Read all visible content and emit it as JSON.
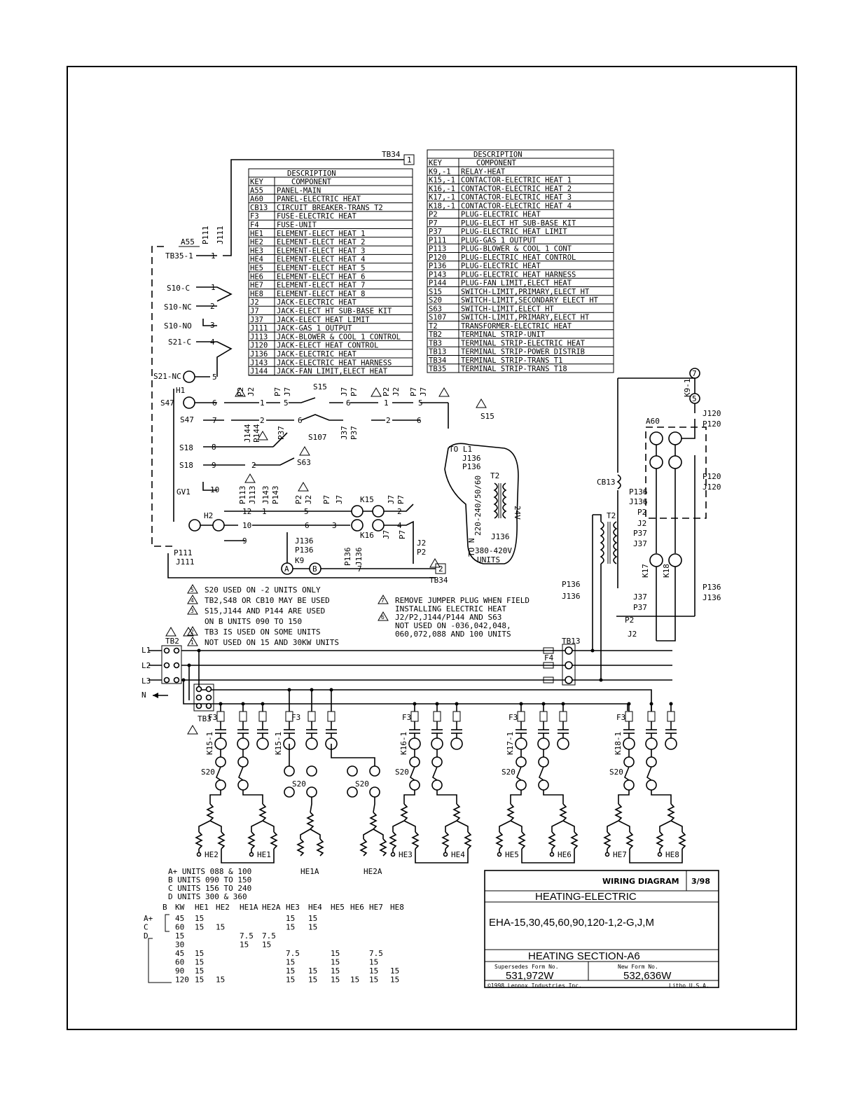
{
  "title_block": {
    "diagram_type": "WIRING DIAGRAM",
    "date": "3/98",
    "subject": "HEATING-ELECTRIC",
    "models": "EHA-15,30,45,60,90,120-1,2-G,J,M",
    "section": "HEATING SECTION-A6",
    "supersedes_label": "Supersedes Form No.",
    "supersedes_value": "531,972W",
    "new_form_label": "New Form No.",
    "new_form_value": "532,636W",
    "copyright": "©1998 Lennox Industries Inc.",
    "litho": "Litho U.S.A."
  },
  "legend_left": {
    "title": "DESCRIPTION",
    "col_key": "KEY",
    "col_component": "COMPONENT",
    "rows": [
      {
        "key": "A55",
        "component": "PANEL-MAIN"
      },
      {
        "key": "A60",
        "component": "PANEL-ELECTRIC HEAT"
      },
      {
        "key": "CB13",
        "component": "CIRCUIT BREAKER-TRANS T2"
      },
      {
        "key": "F3",
        "component": "FUSE-ELECTRIC HEAT"
      },
      {
        "key": "F4",
        "component": "FUSE-UNIT"
      },
      {
        "key": "HE1",
        "component": "ELEMENT-ELECT HEAT 1"
      },
      {
        "key": "HE2",
        "component": "ELEMENT-ELECT HEAT 2"
      },
      {
        "key": "HE3",
        "component": "ELEMENT-ELECT HEAT 3"
      },
      {
        "key": "HE4",
        "component": "ELEMENT-ELECT HEAT 4"
      },
      {
        "key": "HE5",
        "component": "ELEMENT-ELECT HEAT 5"
      },
      {
        "key": "HE6",
        "component": "ELEMENT-ELECT HEAT 6"
      },
      {
        "key": "HE7",
        "component": "ELEMENT-ELECT HEAT 7"
      },
      {
        "key": "HE8",
        "component": "ELEMENT-ELECT HEAT 8"
      },
      {
        "key": "J2",
        "component": "JACK-ELECTRIC HEAT"
      },
      {
        "key": "J7",
        "component": "JACK-ELECT HT SUB-BASE KIT"
      },
      {
        "key": "J37",
        "component": "JACK-ELECT HEAT LIMIT"
      },
      {
        "key": "J111",
        "component": "JACK-GAS 1 OUTPUT"
      },
      {
        "key": "J113",
        "component": "JACK-BLOWER & COOL 1 CONTROL"
      },
      {
        "key": "J120",
        "component": "JACK-ELECT HEAT CONTROL"
      },
      {
        "key": "J136",
        "component": "JACK-ELECTRIC HEAT"
      },
      {
        "key": "J143",
        "component": "JACK-ELECTRIC HEAT HARNESS"
      },
      {
        "key": "J144",
        "component": "JACK-FAN LIMIT,ELECT HEAT"
      }
    ]
  },
  "legend_right": {
    "title": "DESCRIPTION",
    "col_key": "KEY",
    "col_component": "COMPONENT",
    "rows": [
      {
        "key": "K9,-1",
        "component": "RELAY-HEAT"
      },
      {
        "key": "K15,-1",
        "component": "CONTACTOR-ELECTRIC HEAT 1"
      },
      {
        "key": "K16,-1",
        "component": "CONTACTOR-ELECTRIC HEAT 2"
      },
      {
        "key": "K17,-1",
        "component": "CONTACTOR-ELECTRIC HEAT 3"
      },
      {
        "key": "K18,-1",
        "component": "CONTACTOR-ELECTRIC HEAT 4"
      },
      {
        "key": "P2",
        "component": "PLUG-ELECTRIC HEAT"
      },
      {
        "key": "P7",
        "component": "PLUG-ELECT HT SUB-BASE KIT"
      },
      {
        "key": "P37",
        "component": "PLUG-ELECTRIC HEAT LIMIT"
      },
      {
        "key": "P111",
        "component": "PLUG-GAS 1 OUTPUT"
      },
      {
        "key": "P113",
        "component": "PLUG-BLOWER & COOL 1 CONT"
      },
      {
        "key": "P120",
        "component": "PLUG-ELECTRIC HEAT CONTROL"
      },
      {
        "key": "P136",
        "component": "PLUG-ELECTRIC HEAT"
      },
      {
        "key": "P143",
        "component": "PLUG-ELECTRIC HEAT HARNESS"
      },
      {
        "key": "P144",
        "component": "PLUG-FAN LIMIT,ELECT HEAT"
      },
      {
        "key": "S15",
        "component": "SWITCH-LIMIT,PRIMARY,ELECT HT"
      },
      {
        "key": "S20",
        "component": "SWITCH-LIMIT,SECONDARY ELECT HT"
      },
      {
        "key": "S63",
        "component": "SWITCH-LIMIT,ELECT HT"
      },
      {
        "key": "S107",
        "component": "SWITCH-LIMIT,PRIMARY,ELECT HT"
      },
      {
        "key": "T2",
        "component": "TRANSFORMER-ELECTRIC HEAT"
      },
      {
        "key": "TB2",
        "component": "TERMINAL STRIP-UNIT"
      },
      {
        "key": "TB3",
        "component": "TERMINAL STRIP-ELECTRIC HEAT"
      },
      {
        "key": "TB13",
        "component": "TERMINAL STRIP-POWER DISTRIB"
      },
      {
        "key": "TB34",
        "component": "TERMINAL STRIP-TRANS T1"
      },
      {
        "key": "TB35",
        "component": "TERMINAL STRIP-TRANS T18"
      }
    ]
  },
  "notes": [
    {
      "num": "5",
      "text": "S20 USED ON -2 UNITS ONLY"
    },
    {
      "num": "4",
      "text": "TB2,S48 OR CB10 MAY BE USED"
    },
    {
      "num": "3",
      "text": "S15,J144 AND P144 ARE USED"
    },
    {
      "num": "",
      "text": "ON B UNITS 090 TO 150"
    },
    {
      "num": "2",
      "text": "TB3 IS USED ON SOME UNITS"
    },
    {
      "num": "1",
      "text": "NOT USED ON 15 AND 30KW UNITS"
    }
  ],
  "notes_right": [
    {
      "num": "7",
      "text": "REMOVE JUMPER PLUG WHEN FIELD"
    },
    {
      "num": "",
      "text": "INSTALLING ELECTRIC HEAT"
    },
    {
      "num": "6",
      "text": "J2/P2,J144/P144 AND S63"
    },
    {
      "num": "",
      "text": "NOT USED ON -036,042,048,"
    },
    {
      "num": "",
      "text": "060,072,088 AND 100 UNITS"
    }
  ],
  "unit_groups": [
    "A+ UNITS 088 & 100",
    "B UNITS 090 TO 150",
    "C UNITS 156 TO 240",
    "D UNITS 300 & 360"
  ],
  "kw_table": {
    "headers": [
      "B",
      "KW",
      "HE1",
      "HE2",
      "HE1A",
      "HE2A",
      "HE3",
      "HE4",
      "HE5",
      "HE6",
      "HE7",
      "HE8"
    ],
    "rows": [
      [
        "A+",
        "45",
        "15",
        "",
        "",
        "",
        "15",
        "15",
        "",
        "",
        "",
        ""
      ],
      [
        "C",
        "60",
        "15",
        "15",
        "",
        "",
        "15",
        "15",
        "",
        "",
        "",
        ""
      ],
      [
        "D",
        "15",
        "",
        "",
        "7.5",
        "7.5",
        "",
        "",
        "",
        "",
        "",
        ""
      ],
      [
        "",
        "30",
        "",
        "",
        "15",
        "15",
        "",
        "",
        "",
        "",
        "",
        ""
      ],
      [
        "",
        "45",
        "15",
        "",
        "",
        "",
        "7.5",
        "",
        "15",
        "",
        "7.5",
        ""
      ],
      [
        "",
        "60",
        "15",
        "",
        "",
        "",
        "15",
        "",
        "15",
        "",
        "15",
        ""
      ],
      [
        "",
        "90",
        "15",
        "",
        "",
        "",
        "15",
        "15",
        "15",
        "",
        "15",
        "15"
      ],
      [
        "",
        "120",
        "15",
        "15",
        "",
        "",
        "15",
        "15",
        "15",
        "15",
        "15",
        "15"
      ]
    ]
  },
  "diagram_labels": {
    "tb34": "TB34",
    "tb34_pin": "1",
    "a55": "A55",
    "tb35_1": "TB35-1",
    "p111": "P111",
    "j111": "J111",
    "s10c": "S10-C",
    "s10nc": "S10-NC",
    "s10no": "S10-NO",
    "s21c": "S21-C",
    "s21nc": "S21-NC",
    "h1": "H1",
    "s47a": "S47",
    "s47b": "S47",
    "s18a": "S18",
    "s18b": "S18",
    "gv1": "GV1",
    "h2": "H2",
    "s15a": "S15",
    "s15b": "S15",
    "s107": "S107",
    "s63": "S63",
    "k15": "K15",
    "k16": "K16",
    "k9": "K9",
    "j136": "J136",
    "p136": "P136",
    "to_l1": "TO L1",
    "t2": "T2",
    "v24": "24V",
    "volt_range": "220-240/50/60",
    "to_n": "TO N",
    "volt2": "380-420V",
    "units": "UNITS",
    "k9_1": "K9-1",
    "j120": "J120",
    "p120": "P120",
    "a60": "A60",
    "cb13": "CB13",
    "p2": "P2",
    "j2": "J2",
    "p37": "P37",
    "j37": "J37",
    "k17": "K17",
    "k18": "K18",
    "l1": "L1",
    "l2": "L2",
    "l3": "L3",
    "n": "N",
    "tb2": "TB2",
    "tb3": "TB3",
    "tb13": "TB13",
    "f3": "F3",
    "f4": "F4",
    "s20": "S20",
    "k15_1": "K15-1",
    "k16_1": "K16-1",
    "k17_1": "K17-1",
    "k18_1": "K18-1",
    "he1": "HE1",
    "he2": "HE2",
    "he1a": "HE1A",
    "he2a": "HE2A",
    "he3": "HE3",
    "he4": "HE4",
    "he5": "HE5",
    "he6": "HE6",
    "he7": "HE7",
    "he8": "HE8"
  }
}
